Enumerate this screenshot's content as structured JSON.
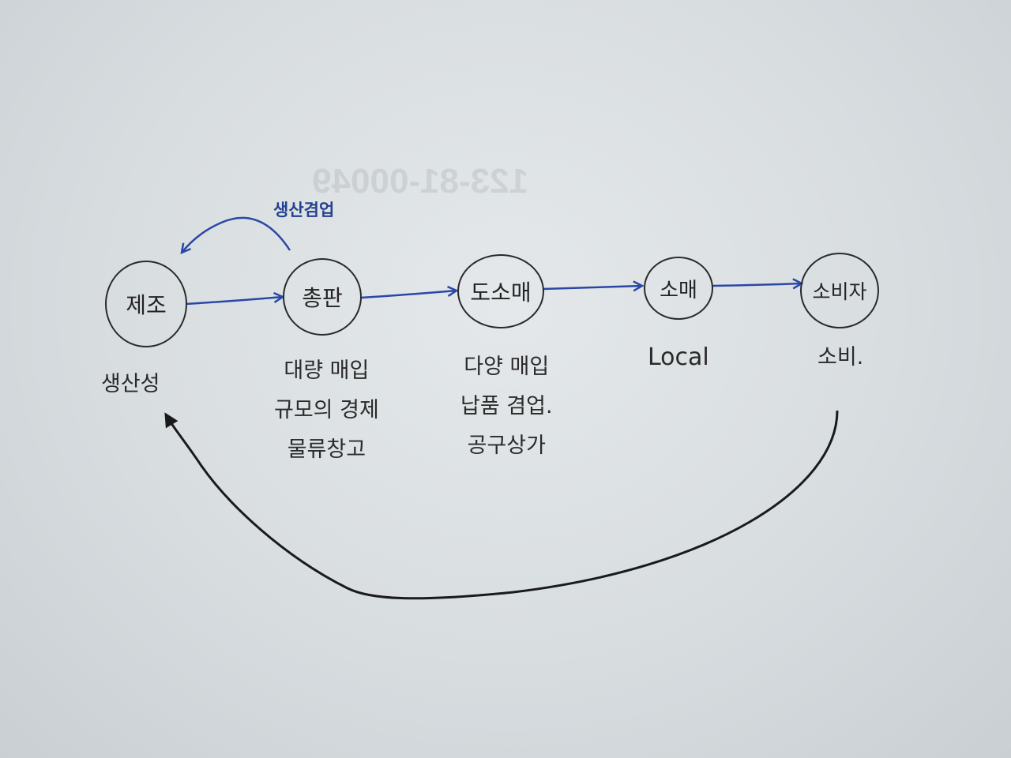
{
  "background_print": {
    "number": "123-81-00049"
  },
  "diagram": {
    "title_note": "생산겸업",
    "nodes": [
      {
        "id": "manufacture",
        "label": "제조"
      },
      {
        "id": "wholesale",
        "label": "총판"
      },
      {
        "id": "distributor",
        "label": "도소매"
      },
      {
        "id": "retail",
        "label": "소매"
      },
      {
        "id": "consumer",
        "label": "소비자"
      }
    ],
    "descriptions": {
      "manufacture": [
        "생산성"
      ],
      "wholesale": [
        "대량 매입",
        "규모의 경제",
        "물류창고"
      ],
      "distributor": [
        "다양 매입",
        "납품 겸업.",
        "공구상가"
      ],
      "retail": [
        "Local"
      ],
      "consumer": [
        "소비."
      ]
    },
    "edges": [
      {
        "from": "manufacture",
        "to": "wholesale",
        "color": "#2b47a6"
      },
      {
        "from": "wholesale",
        "to": "distributor",
        "color": "#2b47a6"
      },
      {
        "from": "distributor",
        "to": "retail",
        "color": "#2b47a6"
      },
      {
        "from": "retail",
        "to": "consumer",
        "color": "#2b47a6"
      },
      {
        "from": "wholesale",
        "to": "manufacture",
        "label": "생산겸업",
        "color": "#2b47a6",
        "style": "curved-back"
      },
      {
        "from": "consumer",
        "to": "manufacture",
        "color": "#1a1a1a",
        "style": "curved-loop"
      }
    ]
  }
}
